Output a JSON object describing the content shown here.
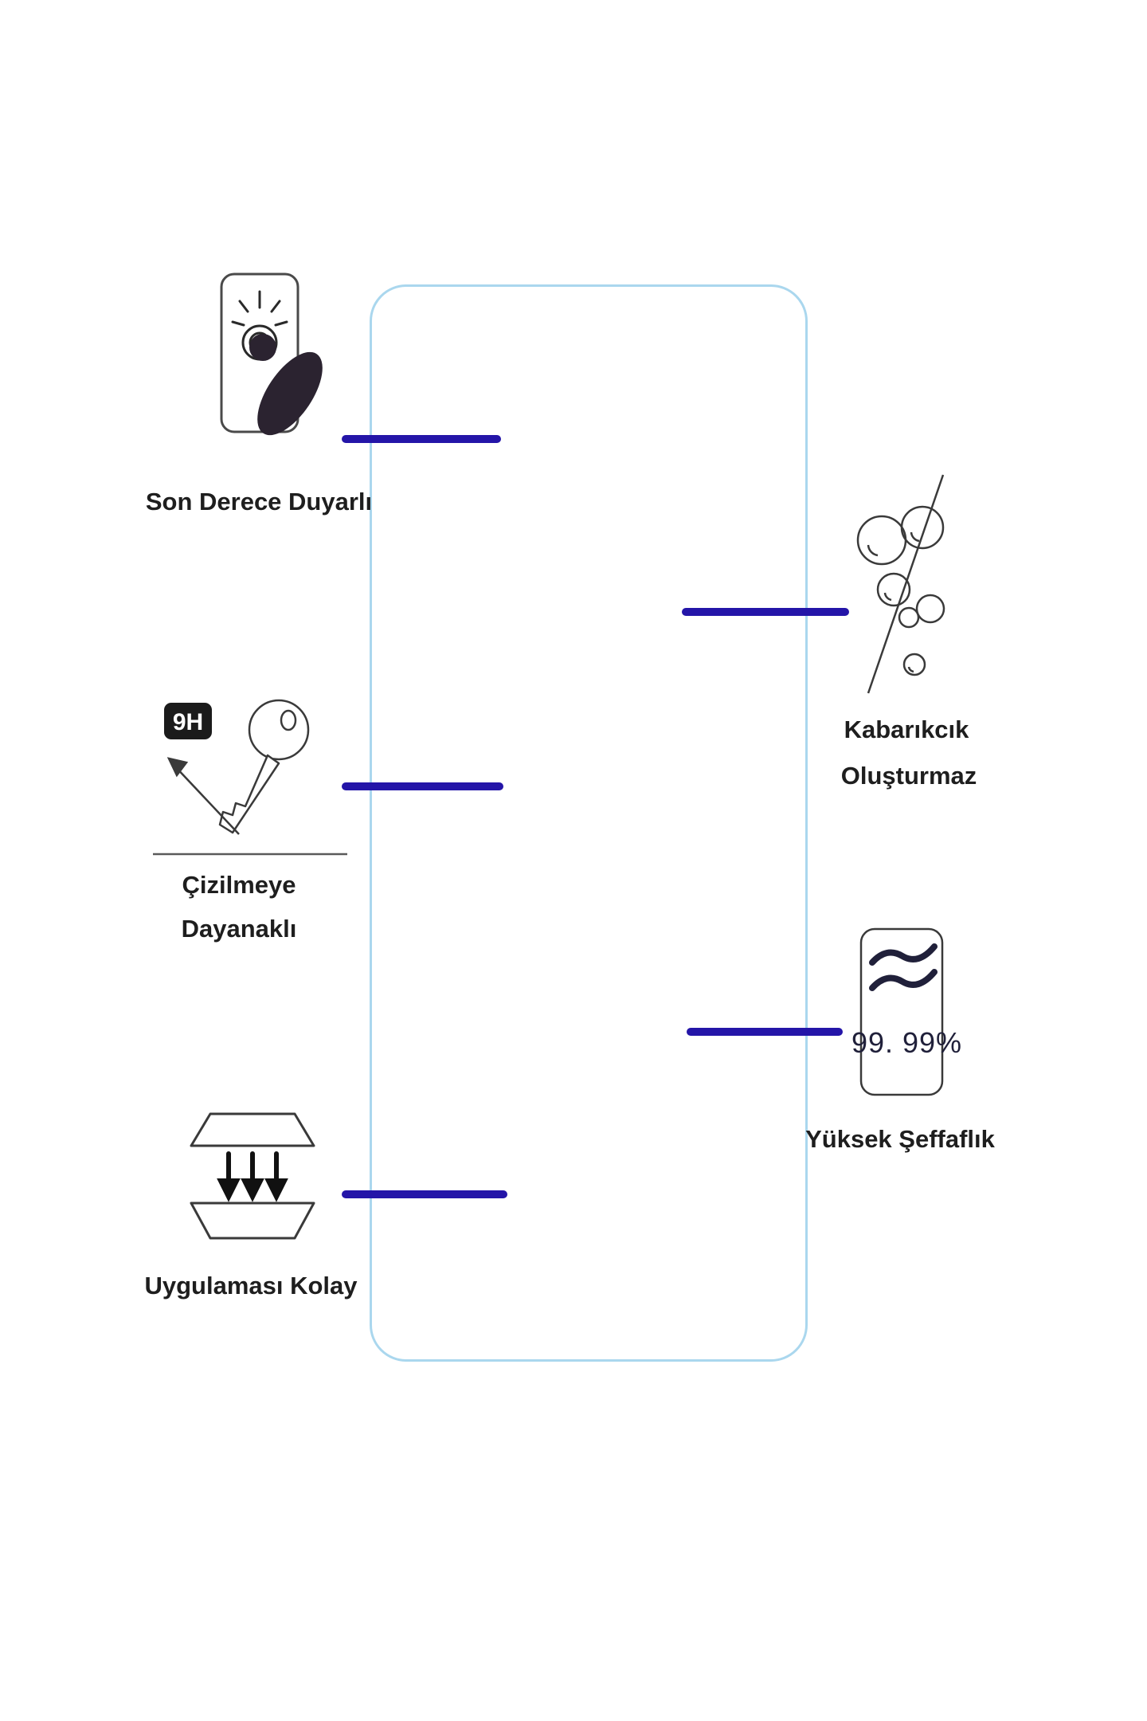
{
  "canvas": {
    "background": "#ffffff"
  },
  "colors": {
    "connector_line": "#2415a8",
    "panel_border": "#aad7ee",
    "label_text": "#1e1e1e"
  },
  "panel": {
    "description": "screen-protector-outline"
  },
  "features": {
    "sensitive": {
      "label": "Son Derece Duyarlı"
    },
    "no_bubbles": {
      "label_line1": "Kabarıkcık",
      "label_line2": "Oluşturmaz"
    },
    "scratch_resistant": {
      "badge": "9H",
      "label_line1": "Çizilmeye",
      "label_line2": "Dayanaklı"
    },
    "high_transparency": {
      "value": "99. 99%",
      "label": "Yüksek Şeffaflık"
    },
    "easy_apply": {
      "label": "Uygulaması Kolay"
    }
  }
}
